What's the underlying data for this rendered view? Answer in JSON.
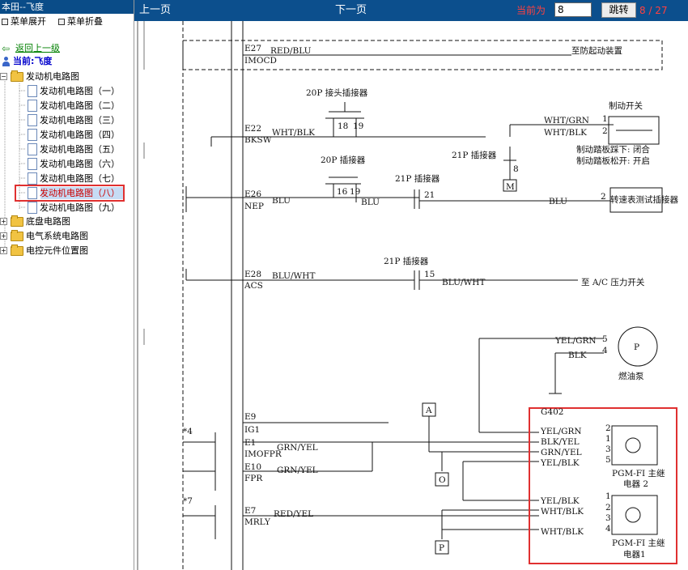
{
  "window_title": "本田--飞度",
  "menu": {
    "expand": "菜单展开",
    "collapse": "菜单折叠"
  },
  "tree": {
    "back_link": "返回上一级",
    "current": "当前:飞度",
    "root": "发动机电路图",
    "items": [
      "发动机电路图（一）",
      "发动机电路图（二）",
      "发动机电路图（三）",
      "发动机电路图（四）",
      "发动机电路图（五）",
      "发动机电路图（六）",
      "发动机电路图（七）",
      "发动机电路图（八）",
      "发动机电路图（九）"
    ],
    "selected_index": 7,
    "folders": [
      "底盘电路图",
      "电气系统电路图",
      "电控元件位置图"
    ]
  },
  "nav": {
    "prev": "上一页",
    "next": "下一页",
    "current_label": "当前为",
    "page_value": "8",
    "jump": "跳转",
    "page_count": "8 / 27"
  },
  "colors": {
    "nav_bg": "#0c4f8d",
    "highlight": "#e03030",
    "page_red": "#ff4040"
  },
  "diagram": {
    "e27": {
      "pin": "E27",
      "signal": "IMOCD",
      "wire": "RED/BLU",
      "dest": "至防起动装置"
    },
    "e22": {
      "pin": "E22",
      "signal": "BKSW",
      "wire": "WHT/BLK",
      "conn": "20P 接头插接器",
      "p1": "18",
      "p2": "19"
    },
    "brake_switch": {
      "title": "制动开关",
      "w1": "WHT/GRN",
      "w2": "WHT/BLK",
      "n1": "1",
      "n2": "2",
      "note1": "制动踏板踩下: 闭合",
      "note2": "制动踏板松开: 开启"
    },
    "conn21_a": {
      "label": "21P 插接器",
      "pin": "8",
      "m": "M"
    },
    "e26": {
      "pin": "E26",
      "signal": "NEP",
      "wire1": "BLU",
      "conn20": "20P 插接器",
      "p16": "16",
      "p19": "19",
      "wire2": "BLU",
      "conn21": "21P 插接器",
      "p21": "21",
      "wire3": "BLU",
      "n2": "2",
      "dest": "转速表测试插接器"
    },
    "e28": {
      "pin": "E28",
      "signal": "ACS",
      "wire": "BLU/WHT",
      "conn": "21P 插接器",
      "p15": "15",
      "wire2": "BLU/WHT",
      "dest": "至 A/C 压力开关"
    },
    "fuel_pump": {
      "w1": "YEL/GRN",
      "n5": "5",
      "n4": "4",
      "w2": "BLK",
      "label": "燃油泵",
      "p": "P",
      "ground": "G402"
    },
    "e9": {
      "pin": "E9",
      "signal": "IG1",
      "star": "*4"
    },
    "e1": {
      "pin": "E1",
      "signal": "IMOFPR",
      "wire": "GRN/YEL"
    },
    "e10": {
      "pin": "E10",
      "signal": "FPR",
      "wire": "GRN/YEL"
    },
    "e7": {
      "pin": "E7",
      "signal": "MRLY",
      "wire": "RED/YEL",
      "star": "*7"
    },
    "relay2": {
      "w1": "YEL/GRN",
      "w2": "BLK/YEL",
      "w3": "GRN/YEL",
      "w4": "YEL/BLK",
      "n1": "2",
      "n2": "1",
      "n3": "3",
      "n4": "5",
      "label1": "PGM-FI 主继",
      "label2": "电器 2"
    },
    "relay1": {
      "w1": "YEL/BLK",
      "w2": "WHT/BLK",
      "w3": "WHT/BLK",
      "n1": "1",
      "n2": "2",
      "n3": "3",
      "n4": "4",
      "label1": "PGM-FI 主继",
      "label2": "电器1"
    },
    "letters": {
      "a": "A",
      "o": "O",
      "p": "P"
    }
  }
}
